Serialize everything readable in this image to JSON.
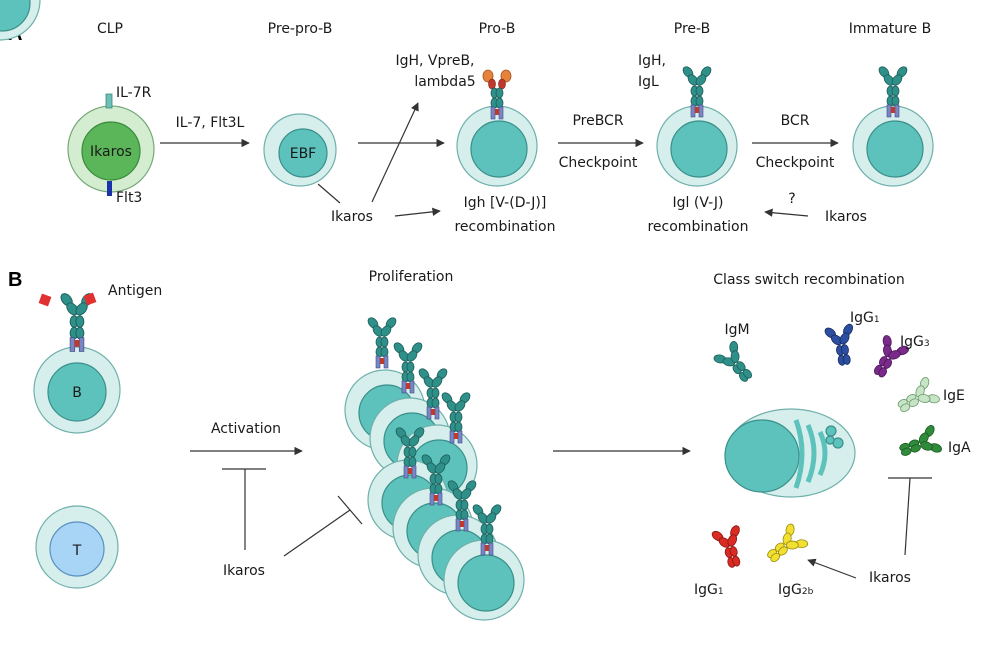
{
  "panel_a": {
    "letter": "A",
    "stages": {
      "clp": "CLP",
      "prepro_b": "Pre-pro-B",
      "pro_b": "Pro-B",
      "pre_b": "Pre-B",
      "immature_b": "Immature B"
    },
    "clp_nucleus": "Ikaros",
    "il7r": "IL-7R",
    "flt3": "Flt3",
    "arrow1": "IL-7, Flt3L",
    "prepro_nucleus": "EBF",
    "prob_receptor": [
      "IgH, VpreB,",
      "lambda5"
    ],
    "preb_receptor": [
      "IgH,",
      "IgL"
    ],
    "ikaros_1": "Ikaros",
    "igh_recomb": [
      "Igh [V-(D-J)]",
      "recombination"
    ],
    "prebcr": [
      "PreBCR",
      "Checkpoint"
    ],
    "bcr": [
      "BCR",
      "Checkpoint"
    ],
    "igl_recomb": [
      "Igl (V-J)",
      "recombination"
    ],
    "question": "?",
    "ikaros_2": "Ikaros"
  },
  "panel_b": {
    "letter": "B",
    "antigen": "Antigen",
    "b_cell": "B",
    "t_cell": "T",
    "activation": "Activation",
    "ikaros_3": "Ikaros",
    "proliferation": "Proliferation",
    "csr": "Class switch recombination",
    "igm": "IgM",
    "igg1_top": "IgG",
    "igg1_top_sub": "1",
    "igg3": "IgG",
    "igg3_sub": "3",
    "ige": "IgE",
    "iga": "IgA",
    "ikaros_4": "Ikaros",
    "igg1_bottom": "IgG",
    "igg1_bottom_sub": "1",
    "igg2b": "IgG",
    "igg2b_sub": "2b"
  },
  "colors": {
    "antibody_teal": "#2f8f89",
    "antigen_red": "#e03030",
    "il7r": "#6cc0b6",
    "flt3": "#1a33a8",
    "igg1_blue": "#2b4ea0",
    "igg3_purple": "#7a2a8a",
    "ige_pale": "#c7e4c7",
    "iga_green": "#2f8a3a",
    "igg1_red": "#d92b24",
    "igg2b_yellow": "#f2e030"
  }
}
